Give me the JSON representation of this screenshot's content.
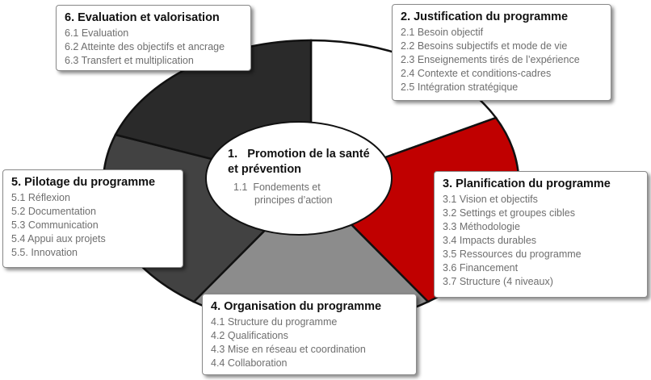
{
  "colors": {
    "segment_justification": "#ffffff",
    "segment_planification": "#c00000",
    "segment_organisation": "#8c8c8c",
    "segment_pilotage": "#424242",
    "segment_evaluation": "#2a2a2a",
    "outline": "#111111"
  },
  "center": {
    "number": "1.",
    "title_line1": "Promotion de la santé",
    "title_line2": "et prévention",
    "items": [
      {
        "num": "1.1",
        "text_line1": "Fondements et",
        "text_line2": "principes d’action"
      }
    ]
  },
  "boxes": {
    "evaluation": {
      "title": "6.  Evaluation et valorisation",
      "items": [
        "6.1 Evaluation",
        "6.2 Atteinte des objectifs et ancrage",
        "6.3 Transfert et multiplication"
      ]
    },
    "justification": {
      "title": "2.  Justification du programme",
      "items": [
        "2.1 Besoin objectif",
        "2.2 Besoins subjectifs et mode de vie",
        "2.3 Enseignements tirés de l’expérience",
        "2.4 Contexte et conditions-cadres",
        "2.5 Intégration stratégique"
      ]
    },
    "pilotage": {
      "title": "5.   Pilotage du programme",
      "items": [
        "5.1  Réflexion",
        "5.2  Documentation",
        "5.3  Communication",
        "5.4  Appui aux projets",
        "5.5. Innovation"
      ]
    },
    "planification": {
      "title": "3.   Planification du programme",
      "items": [
        "3.1  Vision et objectifs",
        "3.2  Settings et groupes cibles",
        "3.3  Méthodologie",
        "3.4  Impacts durables",
        "3.5  Ressources du programme",
        "3.6  Financement",
        "3.7  Structure (4 niveaux)"
      ]
    },
    "organisation": {
      "title": "4.   Organisation du programme",
      "items": [
        "4.1  Structure du programme",
        "4.2  Qualifications",
        "4.3  Mise en réseau et coordination",
        "4.4  Collaboration"
      ]
    }
  }
}
